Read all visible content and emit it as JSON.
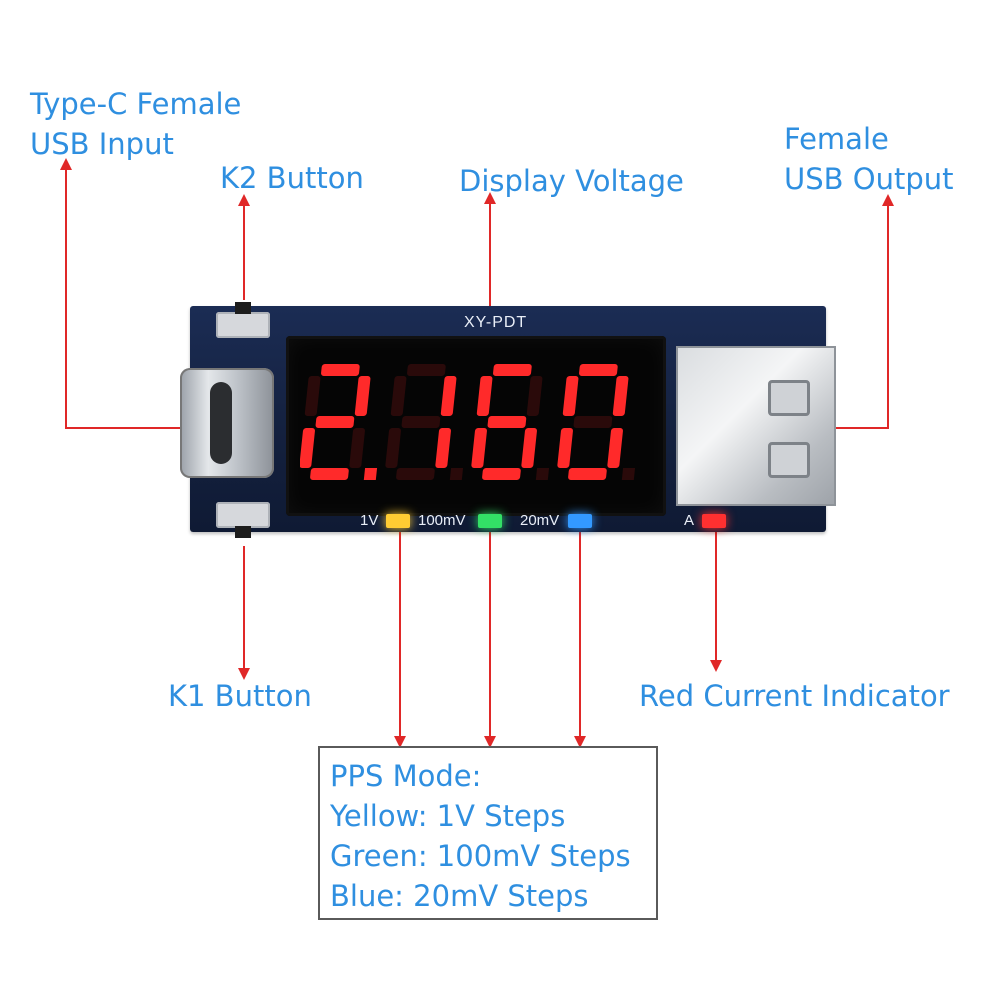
{
  "labels": {
    "type_c_input": [
      "Type-C Female",
      "USB Input"
    ],
    "k2_button": "K2 Button",
    "display_voltage": "Display Voltage",
    "usb_output": [
      "Female",
      "USB Output"
    ],
    "k1_button": "K1 Button",
    "red_current_indicator": "Red Current Indicator"
  },
  "board": {
    "model": "XY-PDT",
    "display_reading": "2.160",
    "led_labels": {
      "v1": "1V",
      "mv100": "100mV",
      "mv20": "20mV",
      "amp": "A"
    }
  },
  "pps_box": {
    "lines": [
      "PPS Mode:",
      "Yellow: 1V Steps",
      "Green: 100mV Steps",
      "Blue: 20mV Steps"
    ]
  },
  "colors": {
    "label_text": "#2f8fe0",
    "arrow": "#e02828",
    "segment_on": "#ff2a2a",
    "segment_off": "#2a0a0a",
    "led_yellow": "#ffcc33",
    "led_green": "#33e066",
    "led_blue": "#3399ff",
    "led_red": "#ff3030"
  }
}
